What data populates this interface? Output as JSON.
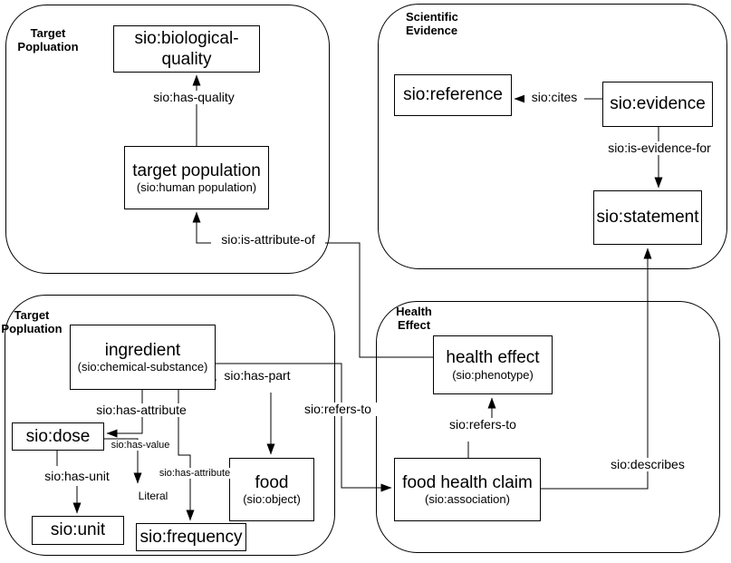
{
  "diagram": {
    "groups": {
      "target_population_top": {
        "label": "Target\nPopluation"
      },
      "scientific_evidence": {
        "label": "Scientific\nEvidence"
      },
      "target_population_bottom": {
        "label": "Target\nPopluation"
      },
      "health_effect": {
        "label": "Health\nEffect"
      }
    },
    "nodes": {
      "biological_quality": {
        "title": "sio:biological-\nquality"
      },
      "target_population": {
        "title": "target population",
        "subtitle": "(sio:human population)"
      },
      "reference": {
        "title": "sio:reference"
      },
      "evidence": {
        "title": "sio:evidence"
      },
      "statement": {
        "title": "sio:statement"
      },
      "ingredient": {
        "title": "ingredient",
        "subtitle": "(sio:chemical-substance)"
      },
      "dose": {
        "title": "sio:dose"
      },
      "unit": {
        "title": "sio:unit"
      },
      "frequency": {
        "title": "sio:frequency"
      },
      "food": {
        "title": "food",
        "subtitle": "(sio:object)"
      },
      "health_effect_node": {
        "title": "health effect",
        "subtitle": "(sio:phenotype)"
      },
      "food_health_claim": {
        "title": "food health claim",
        "subtitle": "(sio:association)"
      }
    },
    "edge_labels": {
      "has_quality": "sio:has-quality",
      "is_attribute_of": "sio:is-attribute-of",
      "cites": "sio:cites",
      "is_evidence_for": "sio:is-evidence-for",
      "refers_to_ingredient": "sio:refers-to",
      "has_part": "sio:has-part",
      "has_attribute_dose": "sio:has-attribute",
      "has_value": "sio:has-value",
      "has_unit": "sio:has-unit",
      "has_attribute_frequency": "sio:has-attribute",
      "literal": "Literal",
      "refers_to_claim": "sio:refers-to",
      "describes": "sio:describes"
    },
    "colors": {
      "stroke": "#000000",
      "background": "#ffffff"
    }
  }
}
